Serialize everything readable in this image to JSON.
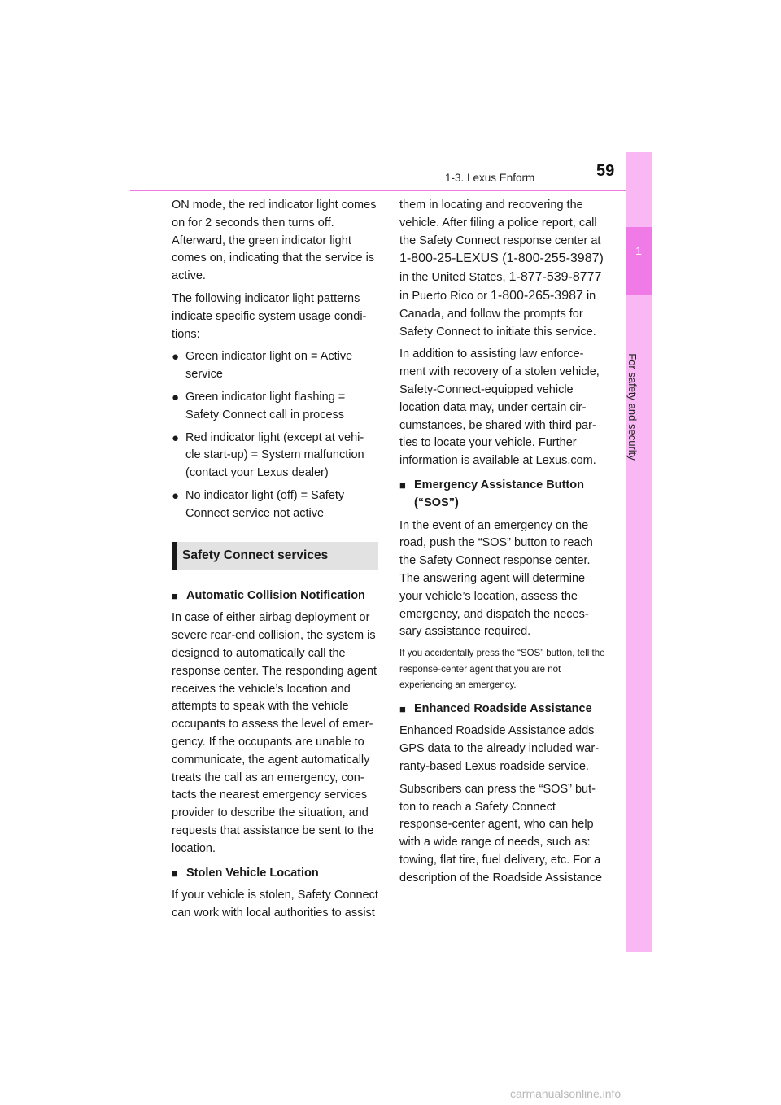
{
  "header": {
    "running_title": "1-3. Lexus Enform",
    "page_number": "59",
    "colors": {
      "accent_pink": "#f07be6",
      "tab_pink": "#f9b8f4"
    }
  },
  "side_tab": {
    "number": "1",
    "label": "For safety and security"
  },
  "left_column": {
    "intro_paragraphs": [
      "ON mode, the red indicator light comes on for 2 seconds then turns off. Afterward, the green indicator light comes on, indicating that the service is active.",
      "The following indicator light patterns indicate specific system usage condi-tions:"
    ],
    "bullet_glyph": "●",
    "bullets": [
      "Green indicator light on = Active service",
      "Green indicator light flashing = Safety Connect call in process",
      "Red indicator light (except at vehi-cle start-up) = System malfunction (contact your Lexus dealer)",
      "No indicator light (off) = Safety Connect service not active"
    ],
    "section_title": "Safety Connect services",
    "square_glyph": "■",
    "automatic_collision": {
      "heading": "Automatic Collision Notification",
      "body": "In case of either airbag deployment or severe rear-end collision, the system is designed to automatically call the response center. The responding agent receives the vehicle’s location and attempts to speak with the vehicle occupants to assess the level of emer-gency. If the occupants are unable to communicate, the agent automatically treats the call as an emergency, con-tacts the nearest emergency services provider to describe the situation, and requests that assistance be sent to the location."
    },
    "stolen_vehicle": {
      "heading": "Stolen Vehicle Location",
      "body": "If your vehicle is stolen, Safety Connect can work with local authorities to assist"
    }
  },
  "right_column": {
    "stolen_cont_before": "them in locating and recovering the vehicle. After filing a police report, call the Safety Connect response center at",
    "phone_us": "1-800-25-LEXUS (1-800-255-3987)",
    "text_us": "in the United States,",
    "phone_pr": "1-877-539-8777",
    "text_pr": "in Puerto Rico or",
    "phone_ca": "1-800-265-3987",
    "stolen_cont_after": "in Canada, and follow the prompts for Safety Connect to initiate this service.",
    "law_enforcement": "In addition to assisting law enforce-ment with recovery of a stolen vehicle, Safety-Connect-equipped vehicle location data may, under certain cir-cumstances, be shared with third par-ties to locate your vehicle. Further information is available at Lexus.com.",
    "sos": {
      "heading": "Emergency Assistance Button (“SOS”)",
      "body": "In the event of an emergency on the road, push the “SOS” button to reach the Safety Connect response center. The answering agent will determine your vehicle’s location, assess the emergency, and dispatch the neces-sary assistance required.",
      "note": "If you accidentally press the “SOS” button, tell the response-center agent that you are not experiencing an emergency."
    },
    "roadside": {
      "heading": "Enhanced Roadside Assistance",
      "body1": "Enhanced Roadside Assistance adds GPS data to the already included war-ranty-based Lexus roadside service.",
      "body2": "Subscribers can press the “SOS” but-ton to reach a Safety Connect response-center agent, who can help with a wide range of needs, such as: towing, flat tire, fuel delivery, etc. For a description of the Roadside Assistance"
    }
  },
  "footer": {
    "watermark": "carmanualsonline.info"
  }
}
